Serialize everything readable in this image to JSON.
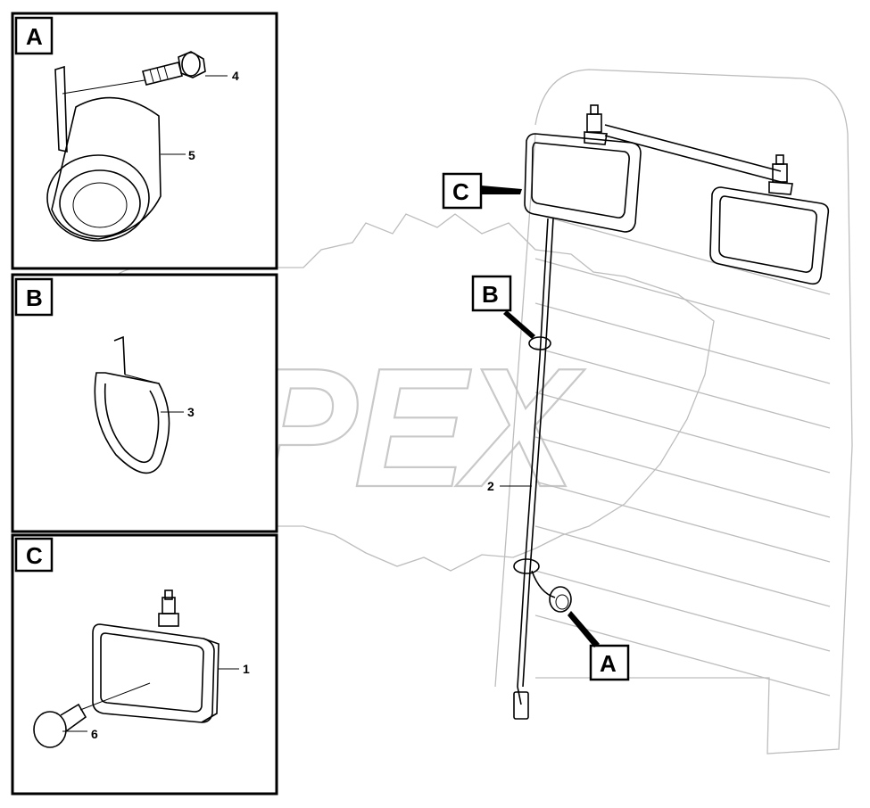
{
  "watermark": {
    "text": "OPEX"
  },
  "detail_panels": [
    {
      "letter": "A"
    },
    {
      "letter": "B"
    },
    {
      "letter": "C"
    }
  ],
  "main_callouts": {
    "c": "C",
    "b": "B",
    "a": "A"
  },
  "part_numbers": {
    "p1": "1",
    "p2": "2",
    "p3": "3",
    "p4": "4",
    "p5": "5",
    "p6": "6"
  }
}
